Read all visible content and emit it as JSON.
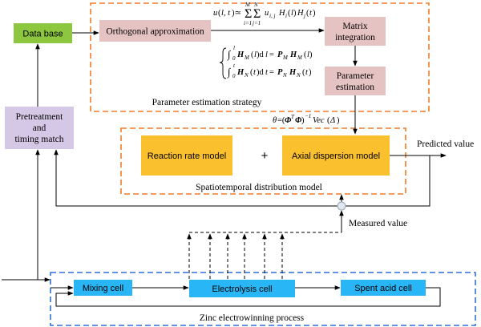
{
  "nodes": {
    "data_base": "Data base",
    "orthogonal": "Orthogonal approximation",
    "matrix_integration_1": "Matrix",
    "matrix_integration_2": "integration",
    "param_est_1": "Parameter",
    "param_est_2": "estimation",
    "pretreatment_1": "Pretreatment",
    "pretreatment_2": "and",
    "pretreatment_3": "timing match",
    "reaction_rate": "Reaction rate model",
    "plus": "+",
    "axial_dispersion": "Axial dispersion model",
    "mixing_cell": "Mixing cell",
    "electrolysis_cell": "Electrolysis cell",
    "spent_acid_cell": "Spent acid cell"
  },
  "groups": {
    "parameter_strategy": "Parameter estimation strategy",
    "spatiotemporal": "Spatiotemporal distribution model",
    "zinc_process": "Zinc electrowinning process"
  },
  "edge_labels": {
    "predicted": "Predicted value",
    "measured": "Measured value"
  },
  "colors": {
    "green": "#8dc63f",
    "pink": "#e6c3c3",
    "lavender": "#d5c8e6",
    "gold": "#fbc02d",
    "blue": "#29b6f6",
    "orange_dash": "#f07c2a",
    "blue_dash": "#2f6fd6"
  }
}
